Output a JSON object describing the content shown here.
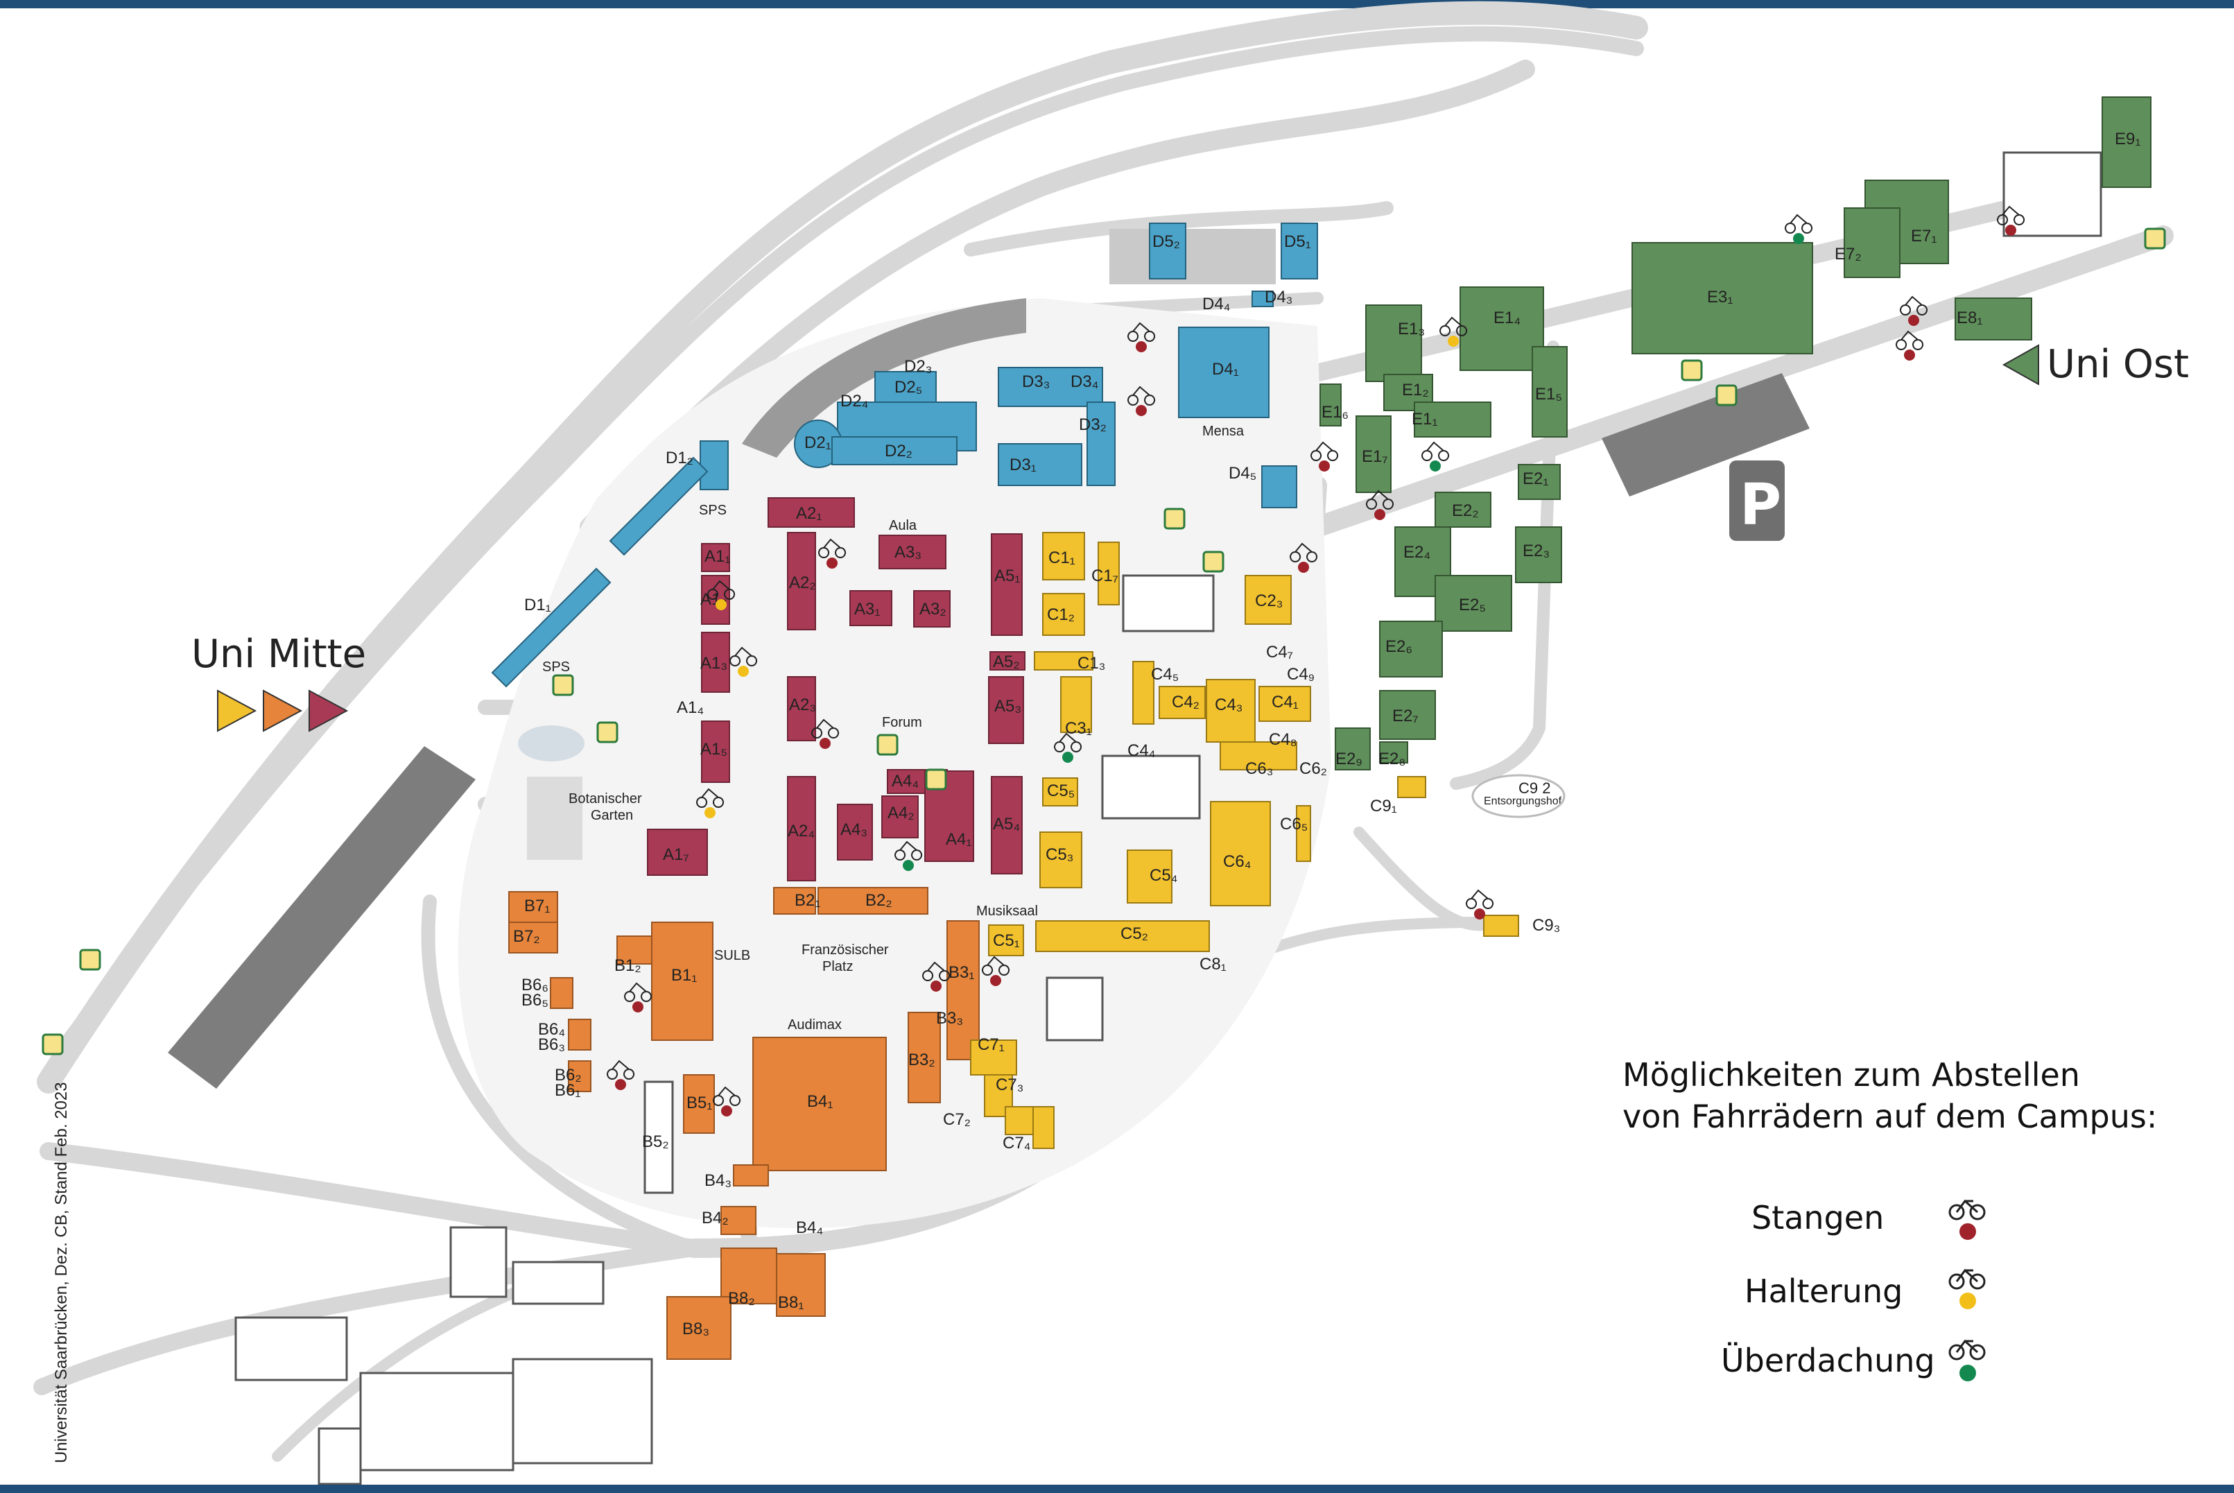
{
  "places": {
    "uni_mitte": "Uni Mitte",
    "uni_ost": "Uni Ost",
    "parking": "P",
    "sps_top": "SPS",
    "sps_bottom": "SPS",
    "aula": "Aula",
    "forum": "Forum",
    "mensa": "Mensa",
    "botanischer_garten_1": "Botanischer",
    "botanischer_garten_2": "Garten",
    "franzoesischer_1": "Französischer",
    "franzoesischer_2": "Platz",
    "musiksaal": "Musiksaal",
    "audimax": "Audimax",
    "sulb": "SULB",
    "entsorgungshof": "Entsorgungshof",
    "c92": "C9 2"
  },
  "legend": {
    "title_line1": "Möglichkeiten zum Abstellen",
    "title_line2": "von Fahrrädern auf dem Campus:",
    "items": [
      {
        "label": "Stangen",
        "color": "#a0222a"
      },
      {
        "label": "Halterung",
        "color": "#f2bf1a"
      },
      {
        "label": "Überdachung",
        "color": "#14894f"
      }
    ]
  },
  "credit": "Universität Saarbrücken, Dez. CB,  Stand Feb. 2023",
  "colors": {
    "zone_a": "#a83a55",
    "zone_b": "#e5843a",
    "zone_c": "#f2c12e",
    "zone_d": "#4ba3c9",
    "zone_e": "#5f8f5a",
    "roads": "#d6d6d6",
    "parking": "#7d7d7d"
  },
  "buildings": {
    "a": [
      {
        "id": "A2₁"
      },
      {
        "id": "A3₃"
      },
      {
        "id": "A1₁"
      },
      {
        "id": "A1₂"
      },
      {
        "id": "A2₂"
      },
      {
        "id": "A3₁"
      },
      {
        "id": "A3₂"
      },
      {
        "id": "A5₁"
      },
      {
        "id": "A1₃"
      },
      {
        "id": "A5₂"
      },
      {
        "id": "A2₃"
      },
      {
        "id": "A5₃"
      },
      {
        "id": "A1₄"
      },
      {
        "id": "A1₅"
      },
      {
        "id": "A4₄"
      },
      {
        "id": "A4₂"
      },
      {
        "id": "A2₄"
      },
      {
        "id": "A4₃"
      },
      {
        "id": "A4₁"
      },
      {
        "id": "A5₄"
      },
      {
        "id": "A1₇"
      }
    ],
    "b": [
      {
        "id": "B7₁"
      },
      {
        "id": "B7₂"
      },
      {
        "id": "B2₁"
      },
      {
        "id": "B2₂"
      },
      {
        "id": "B1₁"
      },
      {
        "id": "B1₂"
      },
      {
        "id": "B6₆"
      },
      {
        "id": "B6₅"
      },
      {
        "id": "B6₄"
      },
      {
        "id": "B6₃"
      },
      {
        "id": "B6₂"
      },
      {
        "id": "B6₁"
      },
      {
        "id": "B3₁"
      },
      {
        "id": "B3₃"
      },
      {
        "id": "B3₂"
      },
      {
        "id": "B4₁"
      },
      {
        "id": "B5₁"
      },
      {
        "id": "B5₂"
      },
      {
        "id": "B4₃"
      },
      {
        "id": "B4₂"
      },
      {
        "id": "B4₄"
      },
      {
        "id": "B8₂"
      },
      {
        "id": "B8₁"
      },
      {
        "id": "B8₃"
      }
    ],
    "c": [
      {
        "id": "C1₁"
      },
      {
        "id": "C1₇"
      },
      {
        "id": "C1₂"
      },
      {
        "id": "C2₃"
      },
      {
        "id": "C1₃"
      },
      {
        "id": "C4₇"
      },
      {
        "id": "C4₅"
      },
      {
        "id": "C4₉"
      },
      {
        "id": "C4₂"
      },
      {
        "id": "C4₃"
      },
      {
        "id": "C4₁"
      },
      {
        "id": "C3₁"
      },
      {
        "id": "C4₄"
      },
      {
        "id": "C4₈"
      },
      {
        "id": "C6₃"
      },
      {
        "id": "C6₂"
      },
      {
        "id": "C5₅"
      },
      {
        "id": "C6₅"
      },
      {
        "id": "C6₄"
      },
      {
        "id": "C5₃"
      },
      {
        "id": "C5₄"
      },
      {
        "id": "C5₁"
      },
      {
        "id": "C5₂"
      },
      {
        "id": "C8₁"
      },
      {
        "id": "C7₁"
      },
      {
        "id": "C7₃"
      },
      {
        "id": "C7₂"
      },
      {
        "id": "C7₄"
      },
      {
        "id": "C9₁"
      },
      {
        "id": "C9₃"
      }
    ],
    "d": [
      {
        "id": "D5₂"
      },
      {
        "id": "D5₁"
      },
      {
        "id": "D4₄"
      },
      {
        "id": "D4₃"
      },
      {
        "id": "D2₃"
      },
      {
        "id": "D2₅"
      },
      {
        "id": "D3₃"
      },
      {
        "id": "D3₄"
      },
      {
        "id": "D4₁"
      },
      {
        "id": "D2₄"
      },
      {
        "id": "D3₂"
      },
      {
        "id": "D2₁"
      },
      {
        "id": "D1₂"
      },
      {
        "id": "D2₂"
      },
      {
        "id": "D3₁"
      },
      {
        "id": "D4₅"
      },
      {
        "id": "D1₁"
      }
    ],
    "e": [
      {
        "id": "E9₁"
      },
      {
        "id": "E7₁"
      },
      {
        "id": "E7₂"
      },
      {
        "id": "E3₁"
      },
      {
        "id": "E8₁"
      },
      {
        "id": "E1₃"
      },
      {
        "id": "E1₄"
      },
      {
        "id": "E1₂"
      },
      {
        "id": "E1₅"
      },
      {
        "id": "E1₁"
      },
      {
        "id": "E1₆"
      },
      {
        "id": "E1₇"
      },
      {
        "id": "E2₁"
      },
      {
        "id": "E2₂"
      },
      {
        "id": "E2₃"
      },
      {
        "id": "E2₄"
      },
      {
        "id": "E2₅"
      },
      {
        "id": "E2₆"
      },
      {
        "id": "E2₇"
      },
      {
        "id": "E2₉"
      },
      {
        "id": "E2₈"
      }
    ]
  },
  "bike_spots": [
    {
      "type": "stangen"
    },
    {
      "type": "stangen"
    },
    {
      "type": "halterung"
    },
    {
      "type": "stangen"
    },
    {
      "type": "ueberdachung"
    },
    {
      "type": "halterung"
    },
    {
      "type": "ueberdachung"
    },
    {
      "type": "stangen"
    },
    {
      "type": "stangen"
    },
    {
      "type": "halterung"
    },
    {
      "type": "stangen"
    },
    {
      "type": "stangen"
    },
    {
      "type": "ueberdachung"
    },
    {
      "type": "stangen"
    },
    {
      "type": "ueberdachung"
    },
    {
      "type": "stangen"
    },
    {
      "type": "stangen"
    },
    {
      "type": "stangen"
    },
    {
      "type": "stangen"
    },
    {
      "type": "stangen"
    },
    {
      "type": "halterung"
    },
    {
      "type": "stangen"
    },
    {
      "type": "stangen"
    },
    {
      "type": "stangen"
    }
  ]
}
